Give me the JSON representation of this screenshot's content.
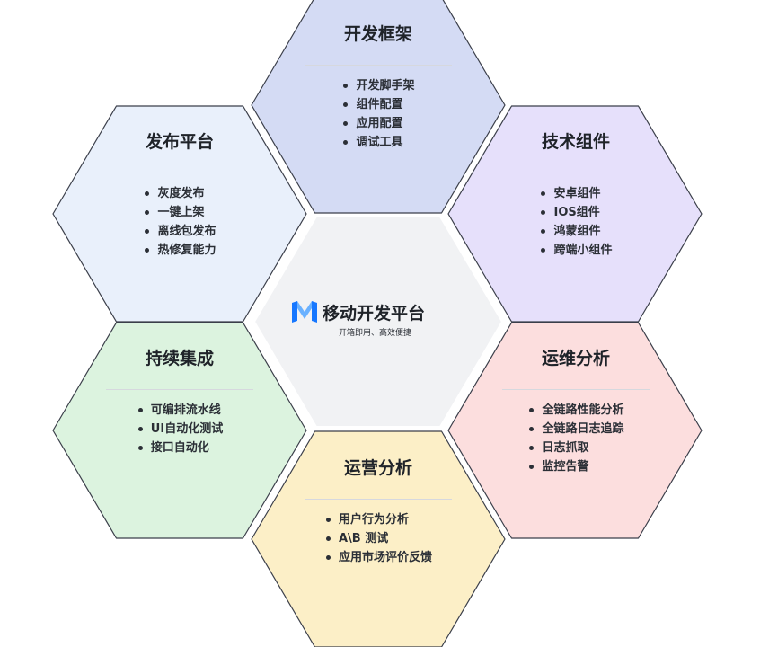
{
  "center": {
    "title": "移动开发平台",
    "subtitle": "开箱即用、高效便捷",
    "fill": "#f1f2f4",
    "logo_colors": [
      "#1677ff",
      "#69b1ff"
    ],
    "logo_icon": "m-logo-icon"
  },
  "hexes": [
    {
      "key": "dev-framework",
      "title": "开发框架",
      "items": [
        "开发脚手架",
        "组件配置",
        "应用配置",
        "调试工具"
      ],
      "fill": "#d4dbf4",
      "stroke": "#3b3f4a"
    },
    {
      "key": "tech-components",
      "title": "技术组件",
      "items": [
        "安卓组件",
        "IOS组件",
        "鸿蒙组件",
        "跨端小组件"
      ],
      "fill": "#e6e0fb",
      "stroke": "#3b3f4a"
    },
    {
      "key": "ops-analysis",
      "title": "运维分析",
      "items": [
        "全链路性能分析",
        "全链路日志追踪",
        "日志抓取",
        "监控告警"
      ],
      "fill": "#fcdede",
      "stroke": "#3b3f4a"
    },
    {
      "key": "operation-analysis",
      "title": "运营分析",
      "items": [
        "用户行为分析",
        "A\\B 测试",
        "应用市场评价反馈"
      ],
      "fill": "#fcefc7",
      "stroke": "#3b3f4a"
    },
    {
      "key": "continuous-integration",
      "title": "持续集成",
      "items": [
        "可编排流水线",
        "UI自动化测试",
        "接口自动化"
      ],
      "fill": "#dcf3df",
      "stroke": "#3b3f4a"
    },
    {
      "key": "release-platform",
      "title": "发布平台",
      "items": [
        "灰度发布",
        "一键上架",
        "离线包发布",
        "热修复能力"
      ],
      "fill": "#e9f0fb",
      "stroke": "#3b3f4a"
    }
  ]
}
